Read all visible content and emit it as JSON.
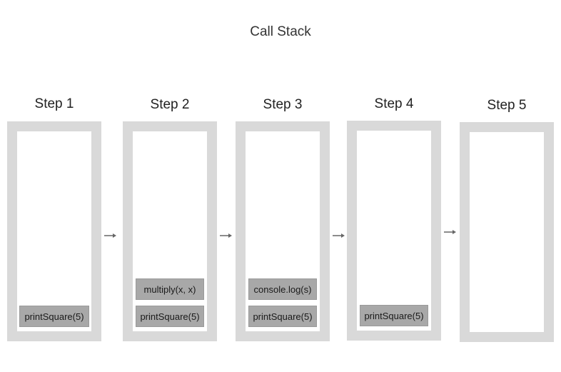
{
  "title": "Call Stack",
  "steps": [
    {
      "label": "Step 1",
      "frames": [
        "printSquare(5)"
      ]
    },
    {
      "label": "Step 2",
      "frames": [
        "multiply(x, x)",
        "printSquare(5)"
      ]
    },
    {
      "label": "Step 3",
      "frames": [
        "console.log(s)",
        "printSquare(5)"
      ]
    },
    {
      "label": "Step 4",
      "frames": [
        "printSquare(5)"
      ]
    },
    {
      "label": "Step 5",
      "frames": []
    }
  ],
  "colors": {
    "frame_border": "#d9d9d9",
    "stack_item": "#a8a8a8",
    "arrow": "#666666"
  },
  "icons": [
    "arrow-right-icon"
  ]
}
